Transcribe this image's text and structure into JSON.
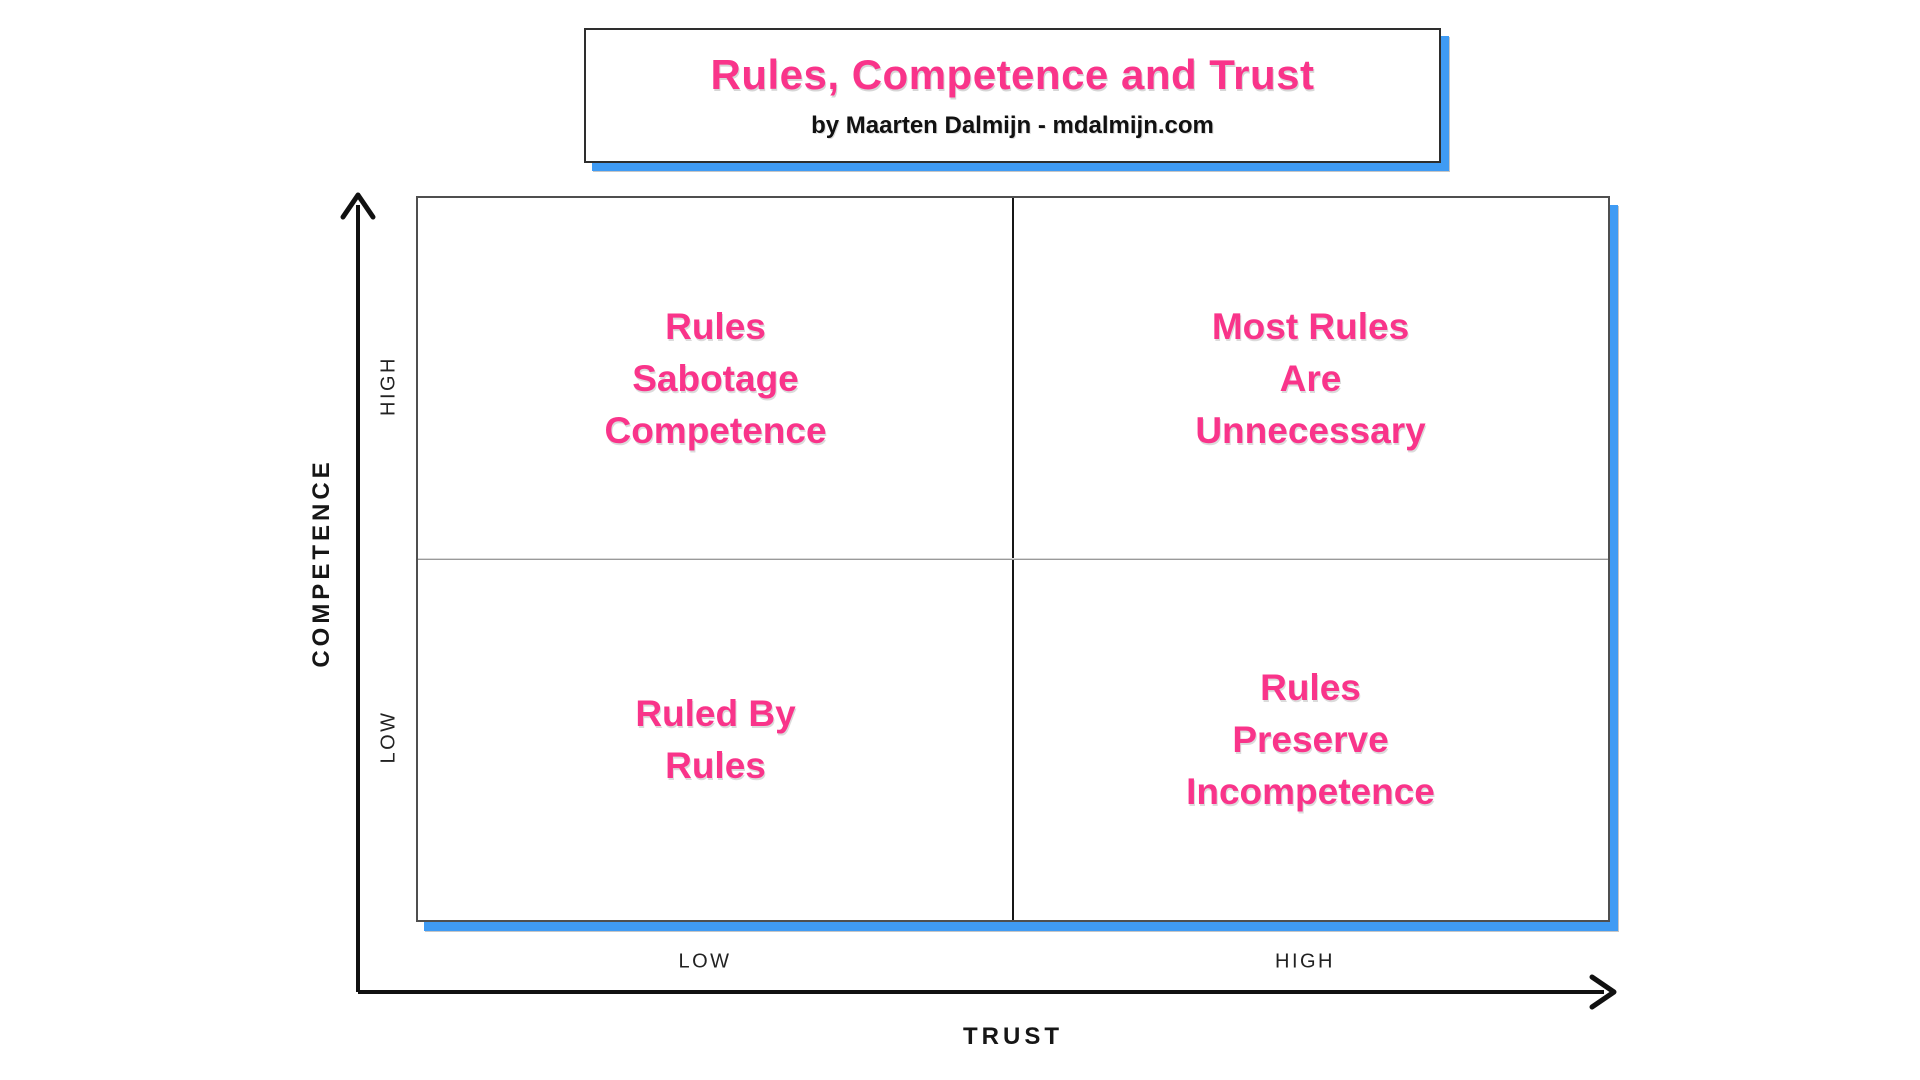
{
  "title_card": {
    "title": "Rules, Competence and Trust",
    "subtitle": "by Maarten Dalmijn - mdalmijn.com"
  },
  "axes": {
    "y": {
      "title": "COMPETENCE",
      "tick_high": "HIGH",
      "tick_low": "LOW"
    },
    "x": {
      "title": "TRUST",
      "tick_low": "LOW",
      "tick_high": "HIGH"
    }
  },
  "quadrants": [
    {
      "position": "top-left",
      "trust": "low",
      "competence": "high",
      "lines": [
        "Rules",
        "Sabotage",
        "Competence"
      ]
    },
    {
      "position": "top-right",
      "trust": "high",
      "competence": "high",
      "lines": [
        "Most Rules",
        "Are",
        "Unnecessary"
      ]
    },
    {
      "position": "bottom-left",
      "trust": "low",
      "competence": "low",
      "lines": [
        "Ruled By",
        "Rules"
      ]
    },
    {
      "position": "bottom-right",
      "trust": "high",
      "competence": "low",
      "lines": [
        "Rules",
        "Preserve",
        "Incompetence"
      ]
    }
  ],
  "colors": {
    "accent_pink": "#f9348a",
    "shadow_blue": "#3f9bf4",
    "text_black": "#161616",
    "matrix_border_gray": "#4f4f4f"
  }
}
